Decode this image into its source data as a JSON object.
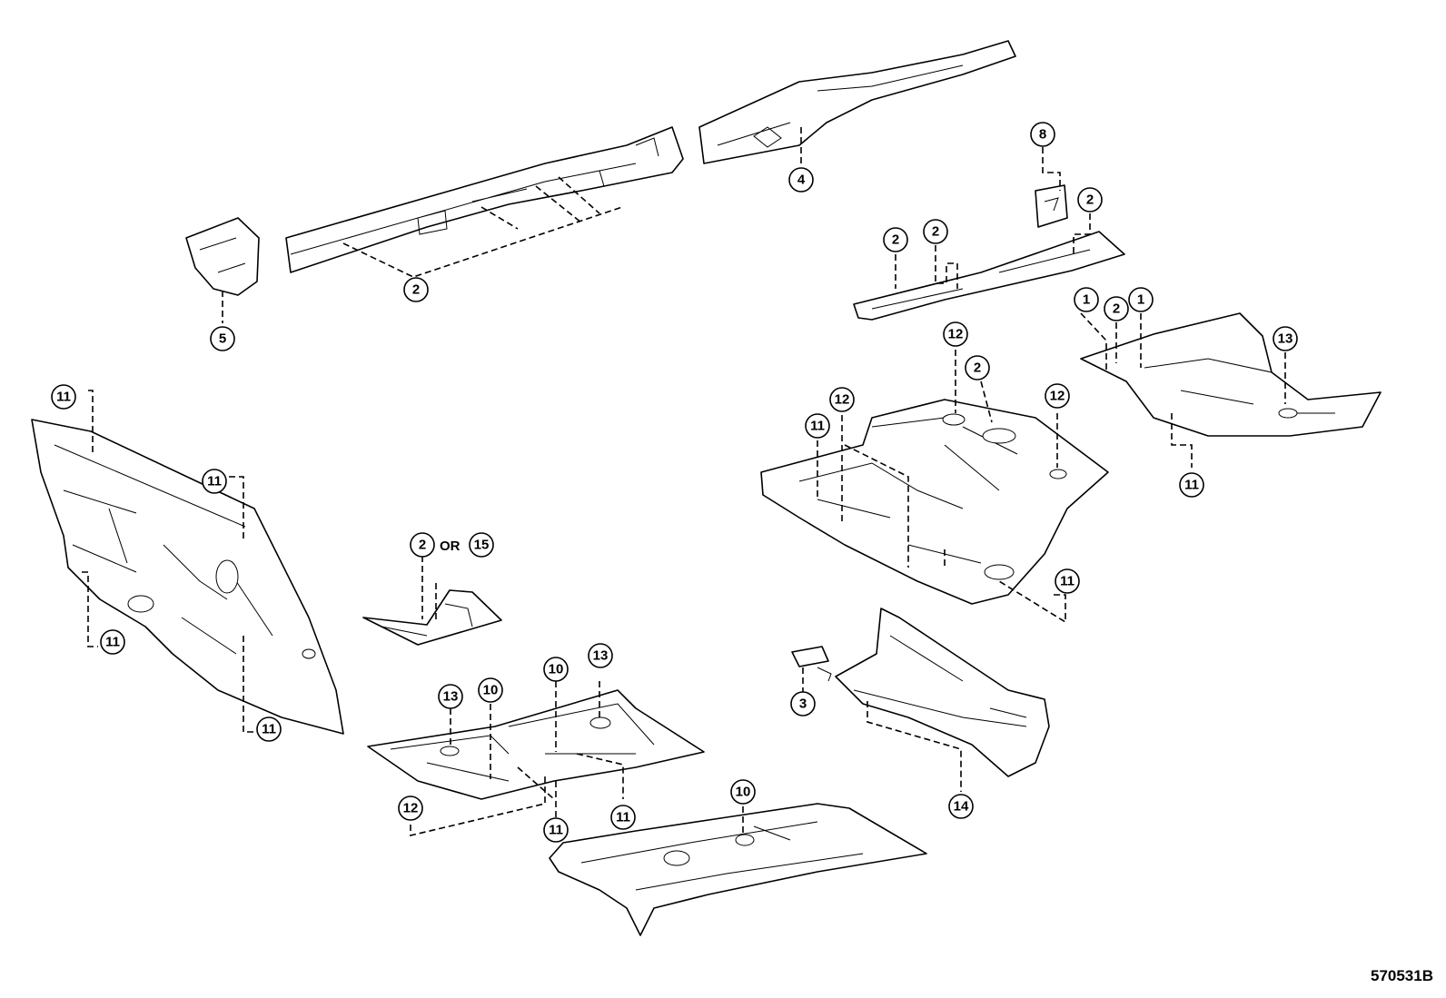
{
  "figure_id": "570531B",
  "or_label": "OR",
  "callouts": [
    "1",
    "1",
    "2",
    "2",
    "2",
    "2",
    "2",
    "2",
    "2",
    "3",
    "4",
    "5",
    "8",
    "10",
    "10",
    "10",
    "11",
    "11",
    "11",
    "11",
    "11",
    "11",
    "11",
    "11",
    "11",
    "12",
    "12",
    "12",
    "12",
    "13",
    "13",
    "13",
    "14",
    "15"
  ]
}
